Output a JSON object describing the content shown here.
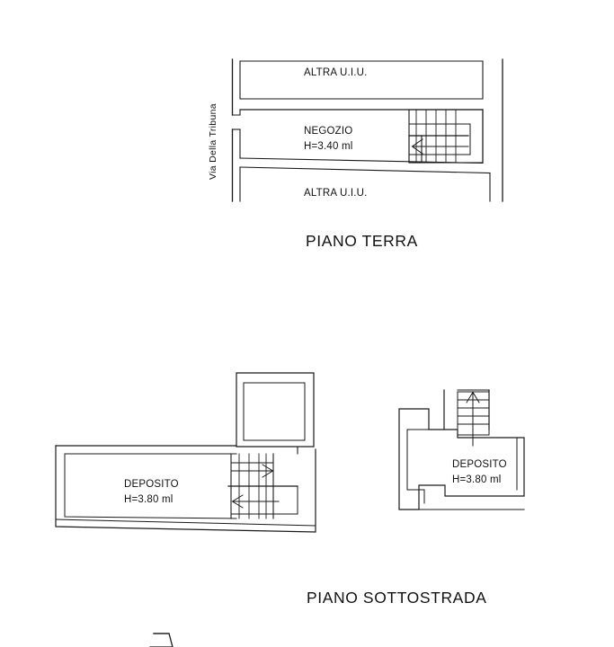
{
  "document": {
    "kind": "architectural-floor-plan",
    "background_color": "#ffffff",
    "ink_color": "#111111"
  },
  "floors": [
    {
      "id": "piano-terra",
      "title": "PIANO TERRA",
      "street": {
        "name": "Via Della Tribuna"
      },
      "rooms": [
        {
          "id": "altra-uiu-top",
          "name": "ALTRA U.I.U.",
          "height_label": ""
        },
        {
          "id": "negozio",
          "name": "NEGOZIO",
          "height_label": "H=3.40 ml"
        },
        {
          "id": "altra-uiu-bottom",
          "name": "ALTRA U.I.U.",
          "height_label": ""
        }
      ],
      "stairs": [
        {
          "id": "negozio-stair",
          "direction_icon": "arrow-left-icon",
          "treads": 6
        }
      ]
    },
    {
      "id": "piano-sottostrada",
      "title": "PIANO SOTTOSTRADA",
      "rooms": [
        {
          "id": "deposito-left",
          "name": "DEPOSITO",
          "height_label": "H=3.80 ml"
        },
        {
          "id": "deposito-right",
          "name": "DEPOSITO",
          "height_label": "H=3.80 ml"
        }
      ],
      "stairs": [
        {
          "id": "deposito-left-stair-upper",
          "direction_icon": "arrow-right-icon",
          "treads": 5
        },
        {
          "id": "deposito-left-stair-lower",
          "direction_icon": "arrow-left-icon",
          "treads": 5
        },
        {
          "id": "deposito-right-stair",
          "direction_icon": "arrow-up-icon",
          "treads": 5
        }
      ]
    }
  ],
  "partial_shape": {
    "id": "clipped-trapezoid",
    "note": ""
  }
}
